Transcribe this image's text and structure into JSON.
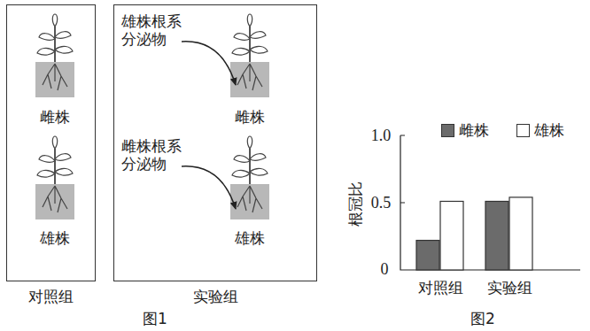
{
  "diagram": {
    "nodes": [
      {
        "text": [
          "对照组"
        ]
      },
      {
        "text": [
          "实验组"
        ]
      }
    ],
    "labels": [
      "雌株",
      "雄株",
      "雄株根系分泌物",
      "雌株",
      "雌株根系分泌物",
      "雄株",
      "图1",
      "根冠比",
      "1.0",
      "0.5",
      "0",
      "对照组",
      "实验组",
      "图2"
    ],
    "legend": [
      {
        "text": "雌株",
        "color": "#6b6b6b"
      },
      {
        "text": "雄株",
        "color": "#ffffff"
      }
    ]
  }
}
